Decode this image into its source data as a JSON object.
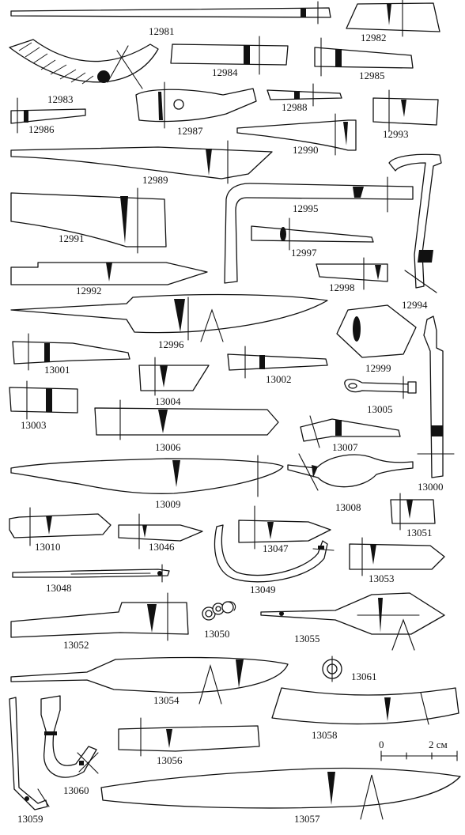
{
  "labels": {
    "l12981": "12981",
    "l12982": "12982",
    "l12983": "12983",
    "l12984": "12984",
    "l12985": "12985",
    "l12986": "12986",
    "l12987": "12987",
    "l12988": "12988",
    "l12989": "12989",
    "l12990": "12990",
    "l12991": "12991",
    "l12992": "12992",
    "l12993": "12993",
    "l12994": "12994",
    "l12995": "12995",
    "l12996": "12996",
    "l12997": "12997",
    "l12998": "12998",
    "l12999": "12999",
    "l13000": "13000",
    "l13001": "13001",
    "l13002": "13002",
    "l13003": "13003",
    "l13004": "13004",
    "l13005": "13005",
    "l13006": "13006",
    "l13007": "13007",
    "l13008": "13008",
    "l13009": "13009",
    "l13010": "13010",
    "l13046": "13046",
    "l13047": "13047",
    "l13048": "13048",
    "l13049": "13049",
    "l13050": "13050",
    "l13051": "13051",
    "l13052": "13052",
    "l13053": "13053",
    "l13054": "13054",
    "l13055": "13055",
    "l13056": "13056",
    "l13057": "13057",
    "l13058": "13058",
    "l13059": "13059",
    "l13060": "13060",
    "l13061": "13061"
  },
  "scale": {
    "start": "0",
    "end": "2 см"
  }
}
